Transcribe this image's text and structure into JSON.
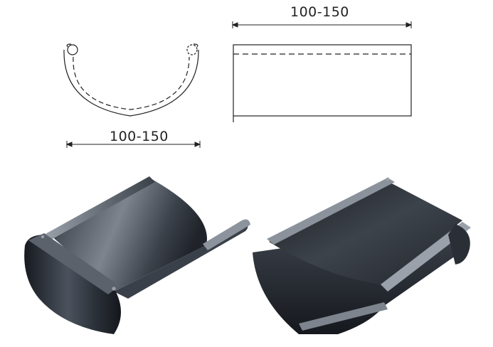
{
  "dimensions": {
    "length_label": "100-150",
    "width_label": "100-150"
  },
  "colors": {
    "line": "#222222",
    "metal_dark": "#1f232a",
    "metal_mid": "#3c434d",
    "metal_light": "#8a919b",
    "background": "#ffffff"
  },
  "icons": {
    "photo_left": "gutter-end-cap-left-photo",
    "photo_right": "gutter-end-cap-right-photo"
  }
}
